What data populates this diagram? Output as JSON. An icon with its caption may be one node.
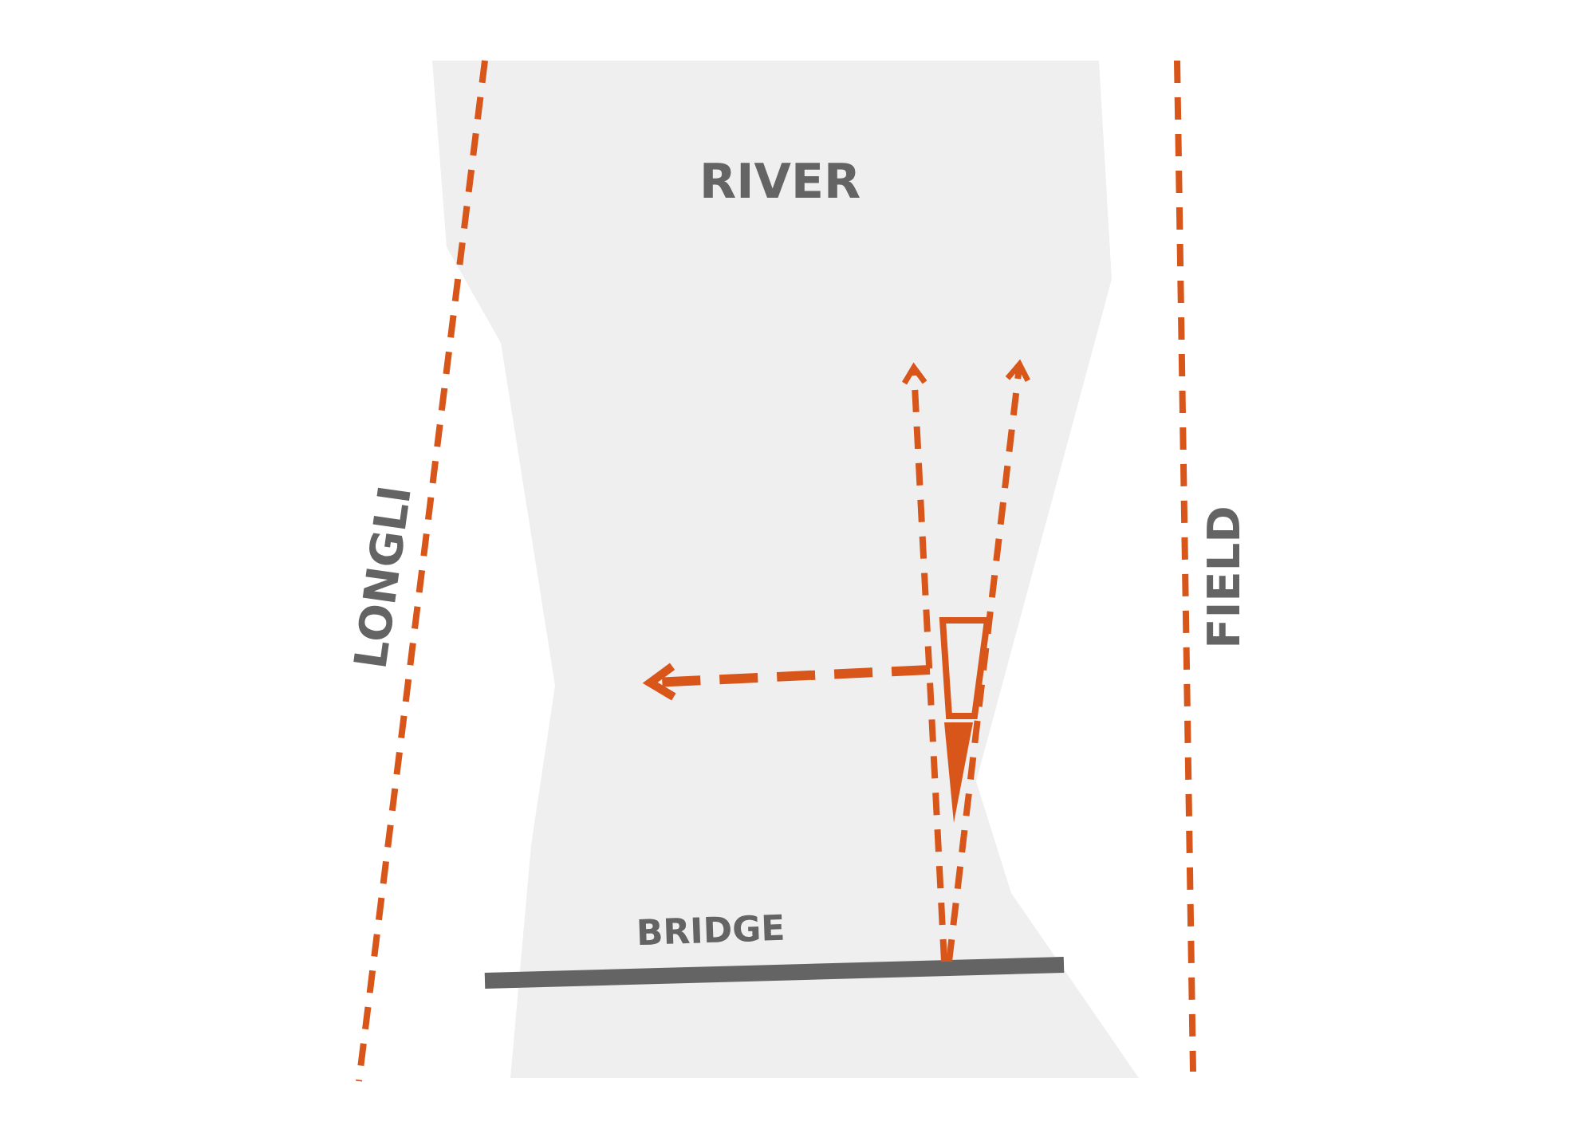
{
  "diagram": {
    "labels": [
      "RIVER",
      "LONGLI",
      "FIELD",
      "BRIDGE"
    ]
  }
}
